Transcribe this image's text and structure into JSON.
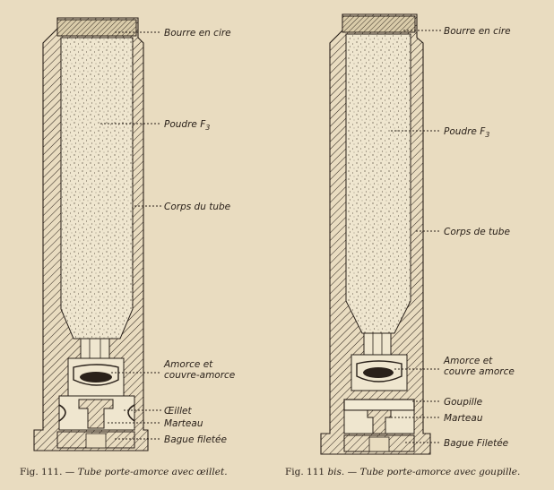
{
  "figures": [
    {
      "caption_number": "Fig. 111.",
      "caption_dash": " — ",
      "caption_title": "Tube porte-amorce avec œillet.",
      "labels": {
        "wax_plug": "Bourre en cire",
        "powder": "Poudre F",
        "powder_sub": "3",
        "body": "Corps du tube",
        "primer_line1": "Amorce et",
        "primer_line2": "couvre-amorce",
        "eyelet": "Œillet",
        "hammer": "Marteau",
        "threaded_ring": "Bague filetée"
      }
    },
    {
      "caption_number": "Fig. 111",
      "caption_bis": "bis.",
      "caption_dash": " — ",
      "caption_title": "Tube porte-amorce avec goupille.",
      "labels": {
        "wax_plug": "Bourre en cire",
        "powder": "Poudre F",
        "powder_sub": "3",
        "body": "Corps de tube",
        "primer_line1": "Amorce et",
        "primer_line2": "couvre amorce",
        "pin": "Goupille",
        "hammer": "Marteau",
        "threaded_ring": "Bague Filetée"
      }
    }
  ]
}
